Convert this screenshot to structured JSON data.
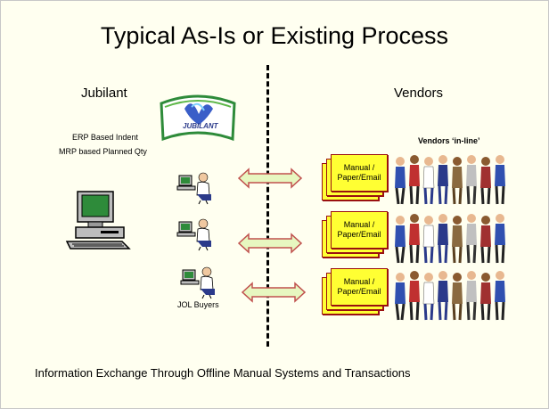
{
  "title": "Typical As-Is or Existing Process",
  "left_header": "Jubilant",
  "right_header": "Vendors",
  "logo": {
    "text": "JUBILANT",
    "colors": {
      "green": "#2e8b3a",
      "blue": "#2b3a8a"
    }
  },
  "jubilant_notes": [
    "ERP Based Indent",
    "MRP based Planned Qty"
  ],
  "vendors_inline_label": "Vendors ‘in-line’",
  "buyers_label": "JOL Buyers",
  "channel_label": "Manual /\nPaper/Email",
  "footer": "Information Exchange Through Offline Manual Systems and Transactions",
  "colors": {
    "background": "#fffff0",
    "arrow_fill": "#e7f7c0",
    "arrow_stroke": "#c0504d",
    "doc_fill": "#ffff33",
    "doc_stroke": "#9a1010"
  },
  "icons": [
    "computer-terminal-icon",
    "person-at-computer-icon",
    "double-arrow-icon",
    "stacked-documents-icon",
    "people-group-icon"
  ]
}
